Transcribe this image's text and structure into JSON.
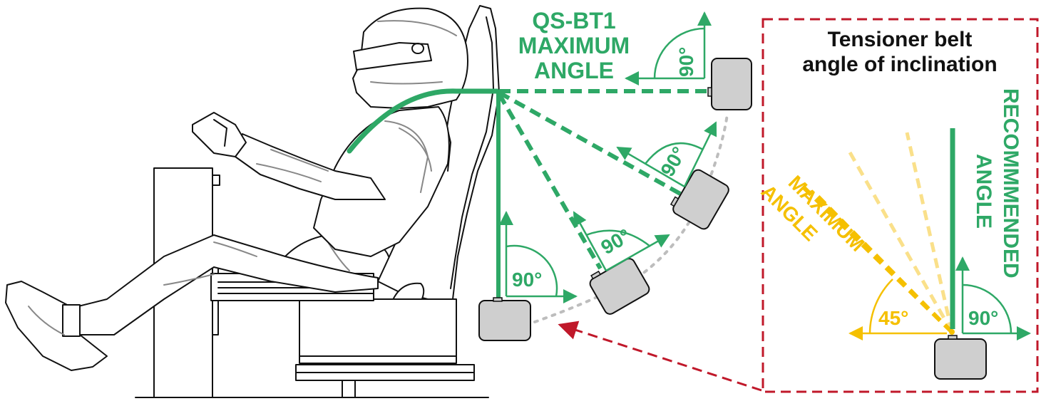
{
  "diagram": {
    "left_heading_lines": [
      "QS-BT1",
      "MAXIMUM",
      "ANGLE"
    ],
    "right_panel_title_lines": [
      "Tensioner belt",
      "angle of inclination"
    ],
    "recommended_label_lines": [
      "RECOMMMENDED",
      "ANGLE"
    ],
    "maximum_label_lines": [
      "MAXIMUM",
      "ANGLE"
    ],
    "angle_90": "90°",
    "angle_45": "45°"
  },
  "colors": {
    "green": "#2ea866",
    "yellow": "#f5c000",
    "yellow_light": "#fae08a",
    "red": "#c0182a",
    "device_fill": "#cfcfcf",
    "outline": "#111111",
    "dotted_arc": "#bdbdbd"
  }
}
